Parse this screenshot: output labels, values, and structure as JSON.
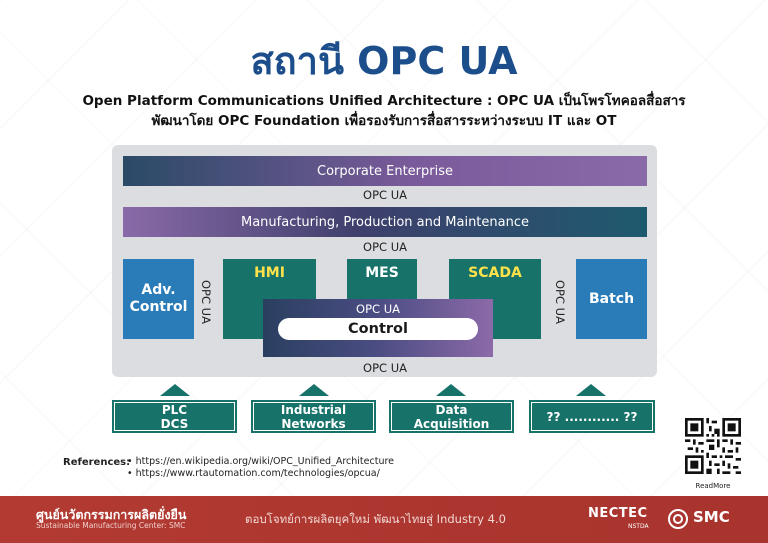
{
  "title": "สถานี OPC UA",
  "subtitle_line1": "Open Platform Communications Unified Architecture : OPC UA เป็นโพรโทคอลสื่อสาร",
  "subtitle_line2": "พัฒนาโดย OPC Foundation เพื่อรองรับการสื่อสารระหว่างระบบ IT และ OT",
  "diagram": {
    "corporate": "Corporate Enterprise",
    "manufacturing": "Manufacturing, Production and Maintenance",
    "opc_ua": "OPC UA",
    "adv_control_line1": "Adv.",
    "adv_control_line2": "Control",
    "hmi": "HMI",
    "mes": "MES",
    "scada": "SCADA",
    "batch": "Batch",
    "control": "Control",
    "bottom": [
      {
        "line1": "PLC",
        "line2": "DCS"
      },
      {
        "line1": "Industrial",
        "line2": "Networks"
      },
      {
        "line1": "Data",
        "line2": "Acquisition"
      },
      {
        "line1": "?? ............ ??",
        "line2": ""
      }
    ]
  },
  "references": {
    "label": "References:",
    "items": [
      "• https://en.wikipedia.org/wiki/OPC_Unified_Architecture",
      "• https://www.rtautomation.com/technologies/opcua/"
    ]
  },
  "qr_caption": "ReadMore",
  "footer": {
    "center_name_th": "ศูนย์นวัตกรรมการผลิตยั่งยืน",
    "center_name_en": "Sustainable Manufacturing Center: SMC",
    "tagline": "ตอบโจทย์การผลิตยุคใหม่ พัฒนาไทยสู่ Industry 4.0",
    "nectec": "NECTEC",
    "nstda": "NSTDA",
    "smc": "SMC"
  },
  "colors": {
    "title": "#1d4e8c",
    "panel": "#dcdde1",
    "blue_box": "#2a7cb8",
    "teal_box": "#17726a",
    "highlight_text": "#ffe24a",
    "footer": "#b23a32"
  }
}
